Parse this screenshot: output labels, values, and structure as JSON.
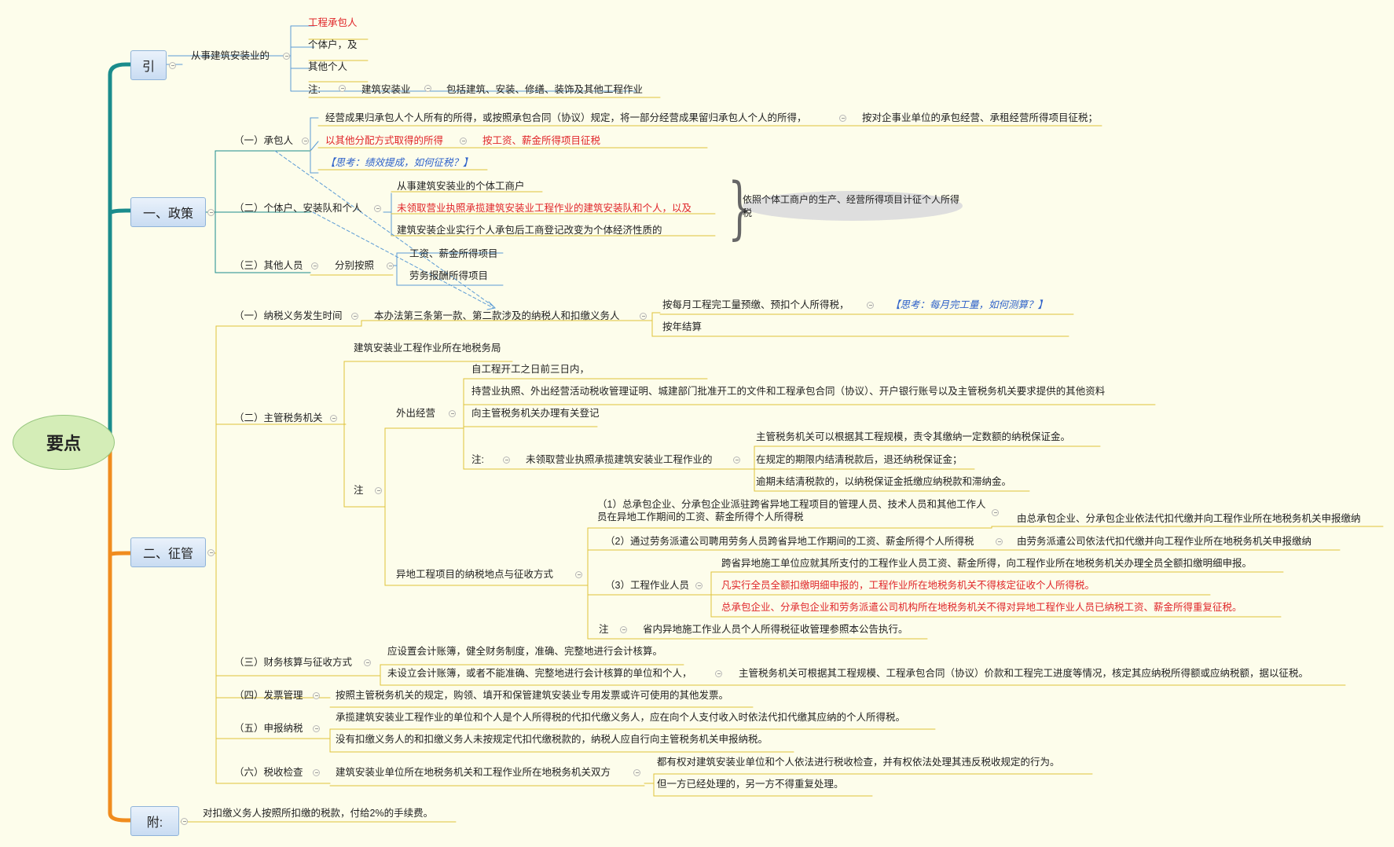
{
  "colors": {
    "teal": "#1a8c8c",
    "orange": "#f08c1e",
    "branch_blue": "#5b9bd5",
    "branch_yellow": "#e0c23a",
    "red_text": "#e0262a",
    "blue_text": "#2f62c9"
  },
  "root": "要点",
  "intro": {
    "title": "引",
    "text": "从事建筑安装业的",
    "items": [
      "工程承包人",
      "个体户，及",
      "其他个人"
    ],
    "note": "注:",
    "note_term": "建筑安装业",
    "note_def": "包括建筑、安装、修缮、装饰及其他工程作业"
  },
  "policy": {
    "title": "一、政策",
    "contractor": {
      "label": "（一）承包人",
      "item1": "经营成果归承包人个人所有的所得，或按照承包合同（协议）规定，将一部分经营成果留归承包人个人的所得，",
      "item1_result": "按对企事业单位的承包经营、承租经营所得项目征税；",
      "item2": "以其他分配方式取得的所得",
      "item2_result": "按工资、薪金所得项目征税",
      "think": "【思考：绩效提成，如何征税？】"
    },
    "individual": {
      "label": "（二）个体户、安装队和个人",
      "items": [
        "从事建筑安装业的个体工商户",
        "未领取营业执照承揽建筑安装业工程作业的建筑安装队和个人，以及",
        "建筑安装企业实行个人承包后工商登记改变为个体经济性质的"
      ],
      "callout": "依照个体工商户的生产、经营所得项目计征个人所得税"
    },
    "others": {
      "label": "（三）其他人员",
      "mid": "分别按照",
      "items": [
        "工资、薪金所得项目",
        "劳务报酬所得项目"
      ]
    }
  },
  "admin": {
    "title": "二、征管",
    "timing": {
      "label": "（一）纳税义务发生时间",
      "mid": "本办法第三条第一款、第二款涉及的纳税人和扣缴义务人",
      "item1": "按每月工程完工量预缴、预扣个人所得税，",
      "think": "【思考：每月完工量，如何测算？】",
      "item2": "按年结算"
    },
    "authority": {
      "label": "（二）主管税务机关",
      "item1": "建筑安装业工程作业所在地税务局",
      "note": "注",
      "external": {
        "label": "外出经营",
        "items": [
          "自工程开工之日前三日内，",
          "持营业执照、外出经营活动税收管理证明、城建部门批准开工的文件和工程承包合同（协议）、开户银行账号以及主管税务机关要求提供的其他资料",
          "向主管税务机关办理有关登记"
        ],
        "note": "注:",
        "note_mid": "未领取营业执照承揽建筑安装业工程作业的",
        "note_items": [
          "主管税务机关可以根据其工程规模，责令其缴纳一定数额的纳税保证金。",
          "在规定的期限内结清税款后，退还纳税保证金；",
          "逾期未结清税款的，以纳税保证金抵缴应纳税款和滞纳金。"
        ]
      },
      "remote": {
        "label": "异地工程项目的纳税地点与征收方式",
        "item1": "（1）总承包企业、分承包企业派驻跨省异地工程项目的管理人员、技术人员和其他工作人员在异地工作期间的工资、薪金所得个人所得税",
        "item1_result": "由总承包企业、分承包企业依法代扣代缴并向工程作业所在地税务机关申报缴纳",
        "item2": "（2）通过劳务派遣公司聘用劳务人员跨省异地工作期间的工资、薪金所得个人所得税",
        "item2_result": "由劳务派遣公司依法代扣代缴并向工程作业所在地税务机关申报缴纳",
        "item3": "（3）工程作业人员",
        "item3_subs": [
          "跨省异地施工单位应就其所支付的工程作业人员工资、薪金所得，向工程作业所在地税务机关办理全员全额扣缴明细申报。",
          "凡实行全员全额扣缴明细申报的，工程作业所在地税务机关不得核定征收个人所得税。",
          "总承包企业、分承包企业和劳务派遣公司机构所在地税务机关不得对异地工程作业人员已纳税工资、薪金所得重复征税。"
        ],
        "note": "注",
        "note_text": "省内异地施工作业人员个人所得税征收管理参照本公告执行。"
      }
    },
    "accounting": {
      "label": "（三）财务核算与征收方式",
      "item1": "应设置会计账簿，健全财务制度，准确、完整地进行会计核算。",
      "item2": "未设立会计账簿，或者不能准确、完整地进行会计核算的单位和个人，",
      "item2_result": "主管税务机关可根据其工程规模、工程承包合同（协议）价款和工程完工进度等情况，核定其应纳税所得额或应纳税额，据以征税。"
    },
    "invoice": {
      "label": "（四）发票管理",
      "text": "按照主管税务机关的规定，购领、填开和保管建筑安装业专用发票或许可使用的其他发票。"
    },
    "filing": {
      "label": "（五）申报纳税",
      "items": [
        "承揽建筑安装业工程作业的单位和个人是个人所得税的代扣代缴义务人，应在向个人支付收入时依法代扣代缴其应纳的个人所得税。",
        "没有扣缴义务人的和扣缴义务人未按规定代扣代缴税款的，纳税人应自行向主管税务机关申报纳税。"
      ]
    },
    "inspection": {
      "label": "（六）税收检查",
      "mid": "建筑安装业单位所在地税务机关和工程作业所在地税务机关双方",
      "items": [
        "都有权对建筑安装业单位和个人依法进行税收检查，并有权依法处理其违反税收规定的行为。",
        "但一方已经处理的，另一方不得重复处理。"
      ]
    }
  },
  "appendix": {
    "title": "附:",
    "text": "对扣缴义务人按照所扣缴的税款，付给2%的手续费。"
  }
}
